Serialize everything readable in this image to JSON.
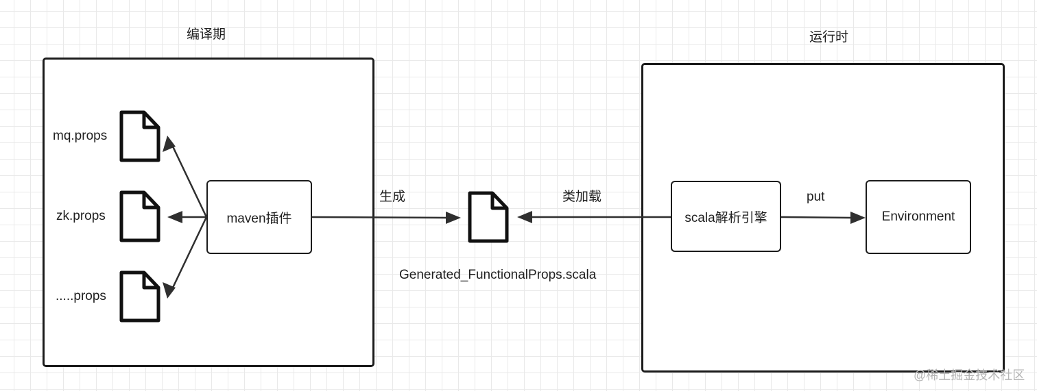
{
  "compile_section": {
    "title": "编译期",
    "plugin_label": "maven插件",
    "files": [
      {
        "label": "mq.props",
        "icon": "file-icon"
      },
      {
        "label": "zk.props",
        "icon": "file-icon"
      },
      {
        "label": ".....props",
        "icon": "file-icon"
      }
    ]
  },
  "middle": {
    "generate_label": "生成",
    "class_load_label": "类加载",
    "generated_file_label": "Generated_FunctionalProps.scala",
    "generated_file_icon": "file-icon"
  },
  "runtime_section": {
    "title": "运行时",
    "engine_label": "scala解析引擎",
    "put_label": "put",
    "environment_label": "Environment"
  },
  "watermark": "@稀土掘金技术社区",
  "colors": {
    "stroke": "#1b1b1b",
    "arrow": "#2f2f2f",
    "grid": "#e9e9e9",
    "watermark": "#b5b5b5"
  }
}
